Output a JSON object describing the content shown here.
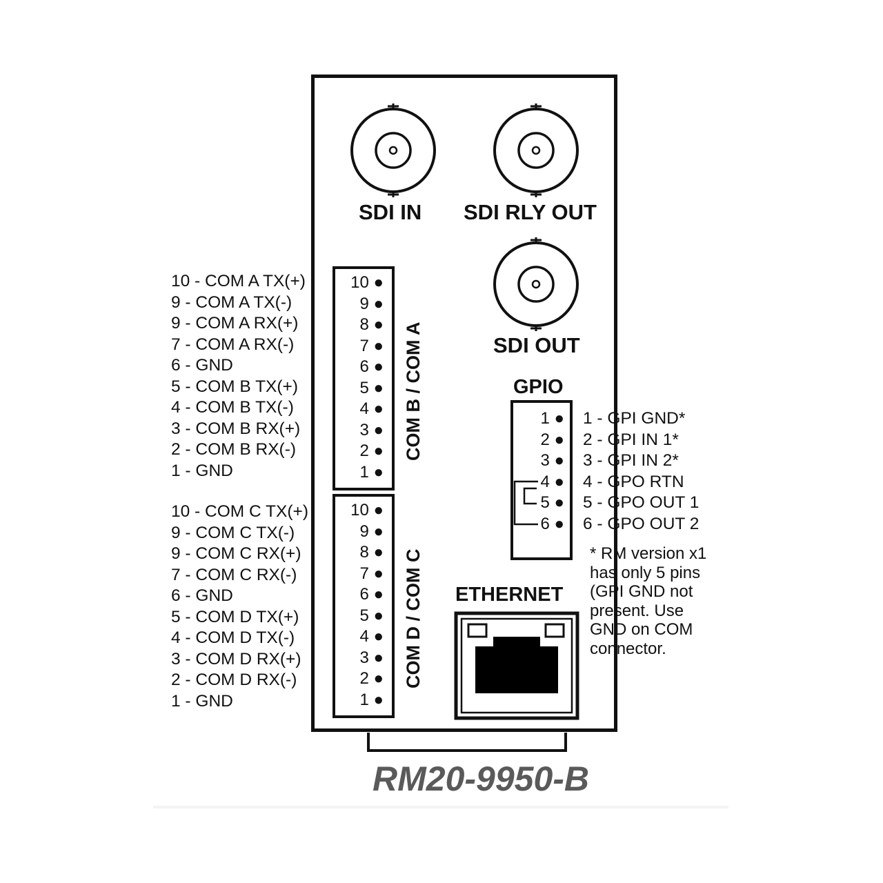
{
  "bnc": {
    "sdi_in": "SDI IN",
    "sdi_rly_out": "SDI RLY OUT",
    "sdi_out": "SDI OUT"
  },
  "com_ab": {
    "vertical_label": "COM B / COM A",
    "pins": [
      "10",
      "9",
      "8",
      "7",
      "6",
      "5",
      "4",
      "3",
      "2",
      "1"
    ],
    "labels": [
      "10 - COM A TX(+)",
      "9 - COM A TX(-)",
      "9 - COM A RX(+)",
      "7 - COM A RX(-)",
      "6 - GND",
      "5 - COM B TX(+)",
      "4 - COM B TX(-)",
      "3 - COM B RX(+)",
      "2 - COM B RX(-)",
      "1 - GND"
    ]
  },
  "com_cd": {
    "vertical_label": "COM D / COM C",
    "pins": [
      "10",
      "9",
      "8",
      "7",
      "6",
      "5",
      "4",
      "3",
      "2",
      "1"
    ],
    "labels": [
      "10 - COM C TX(+)",
      "9 - COM C TX(-)",
      "9 - COM C RX(+)",
      "7 - COM C RX(-)",
      "6 - GND",
      "5 - COM D TX(+)",
      "4 - COM D TX(-)",
      "3 - COM D RX(+)",
      "2 - COM D RX(-)",
      "1 - GND"
    ]
  },
  "gpio": {
    "title": "GPIO",
    "pins": [
      "1",
      "2",
      "3",
      "4",
      "5",
      "6"
    ],
    "labels": [
      "1 - GPI GND*",
      "2 - GPI IN 1*",
      "3 - GPI IN 2*",
      "4 - GPO RTN",
      "5 - GPO OUT 1",
      "6 - GPO OUT 2"
    ]
  },
  "ethernet": {
    "title": "ETHERNET"
  },
  "note": [
    "* RM version x1",
    "has only 5 pins",
    "(GPI GND not",
    "present. Use",
    "GND on COM",
    "connector."
  ],
  "model": "RM20-9950-B",
  "icons": {
    "bnc": "bnc-connector-icon",
    "rj45": "rj45-port-icon",
    "pin": "pin-dot-icon"
  }
}
